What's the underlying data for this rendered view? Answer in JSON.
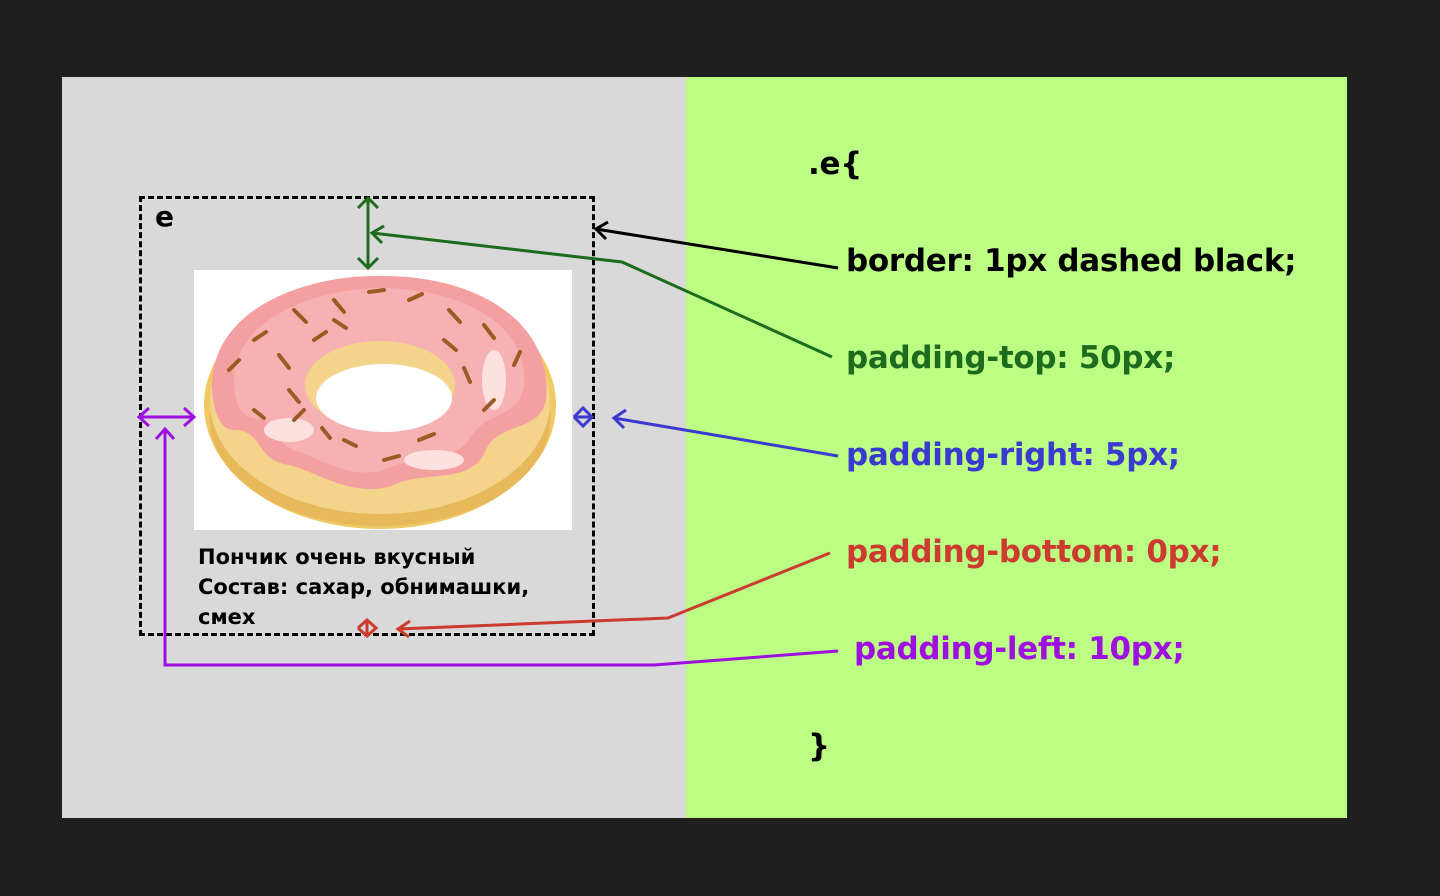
{
  "box": {
    "label": "e",
    "description_lines": [
      "Пончик очень вкусный",
      "Состав: сахар, обнимашки,",
      "смех"
    ]
  },
  "code": {
    "open": ".e{",
    "close": "}",
    "rules": [
      {
        "text": "border: 1px dashed black;",
        "color": "#000000"
      },
      {
        "text": "padding-top: 50px;",
        "color": "#1d6b1d"
      },
      {
        "text": "padding-right: 5px;",
        "color": "#3a3ad0"
      },
      {
        "text": "padding-bottom: 0px;",
        "color": "#cc3b30"
      },
      {
        "text": "padding-left: 10px;",
        "color": "#9d10e0"
      }
    ]
  },
  "colors": {
    "left_panel": "#d9d9d9",
    "right_panel": "#bbfe83",
    "background": "#1f1f1f"
  }
}
